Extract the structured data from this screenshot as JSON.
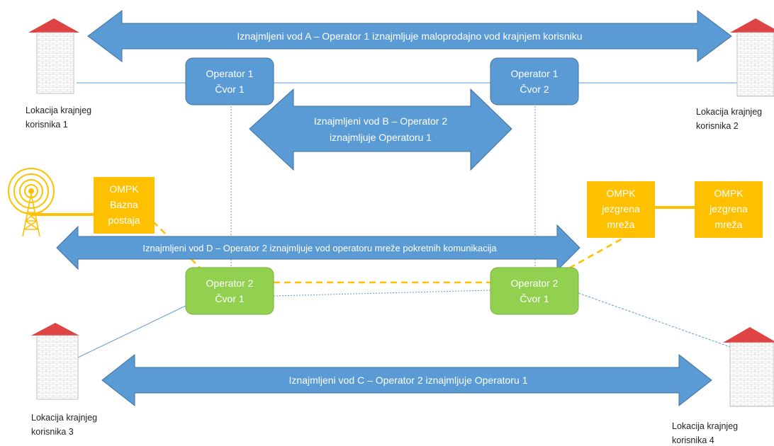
{
  "colors": {
    "blue": "#5b9bd5",
    "blue_border": "#41719c",
    "green": "#92d050",
    "orange": "#ffc000",
    "roof": "#e04343",
    "connector": "#5b9bd5"
  },
  "arrows": {
    "a": "Iznajmljeni vod A – Operator 1 iznajmljuje maloprodajno vod krajnjem korisniku",
    "b_line1": "Iznajmljeni vod B – Operator 2",
    "b_line2": "iznajmljuje Operatoru 1",
    "c": "Iznajmljeni vod C – Operator 2 iznajmljuje Operatoru 1",
    "d": "Iznajmljeni vod D – Operator 2 iznajmljuje vod operatoru mreže pokretnih komunikacija"
  },
  "nodes": {
    "op1_node1": {
      "line1": "Operator 1",
      "line2": "Čvor 1"
    },
    "op1_node2": {
      "line1": "Operator 1",
      "line2": "Čvor 2"
    },
    "op2_node1_left": {
      "line1": "Operator 2",
      "line2": "Čvor 1"
    },
    "op2_node1_right": {
      "line1": "Operator 2",
      "line2": "Čvor 1"
    },
    "ompk_base": {
      "line1": "OMPK",
      "line2": "Bazna",
      "line3": "postaja"
    },
    "ompk_core_1": {
      "line1": "OMPK",
      "line2": "jezgrena",
      "line3": "mreža"
    },
    "ompk_core_2": {
      "line1": "OMPK",
      "line2": "jezgrena",
      "line3": "mreža"
    }
  },
  "locations": {
    "loc1": {
      "line1": "Lokacija krajnjeg",
      "line2": "korisnika 1"
    },
    "loc2": {
      "line1": "Lokacija krajnjeg",
      "line2": "korisnika 2"
    },
    "loc3": {
      "line1": "Lokacija krajnjeg",
      "line2": "korisnika 3"
    },
    "loc4": {
      "line1": "Lokacija krajnjeg",
      "line2": "korisnika 4"
    }
  },
  "icons": {
    "building": "building-icon",
    "antenna": "antenna-tower-icon"
  }
}
